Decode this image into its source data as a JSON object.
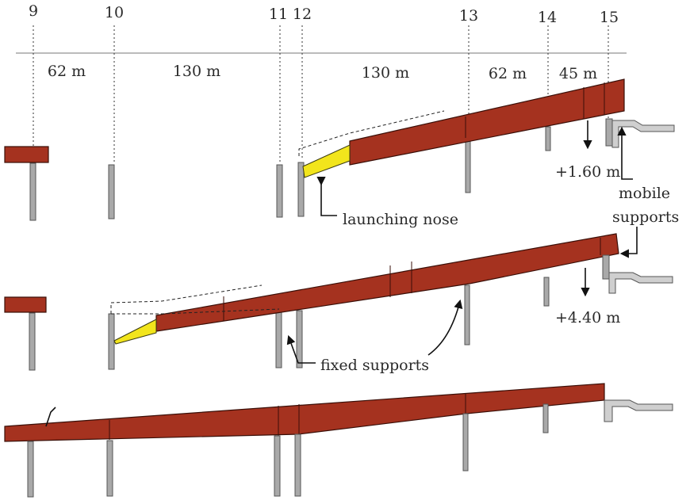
{
  "axes": [
    "9",
    "10",
    "11",
    "12",
    "13",
    "14",
    "15"
  ],
  "spans": [
    "62 m",
    "130 m",
    "130 m",
    "62 m",
    "45 m"
  ],
  "labels": {
    "launching_nose": "launching nose",
    "mobile_supports_line1": "mobile",
    "mobile_supports_line2": "supports",
    "fixed_supports": "fixed supports",
    "lift_stage1": "+1.60 m",
    "lift_stage2": "+4.40 m"
  },
  "colors": {
    "deck": "#a5321f",
    "launching_nose": "#f2e51c",
    "piers": "#a9a9a9"
  }
}
